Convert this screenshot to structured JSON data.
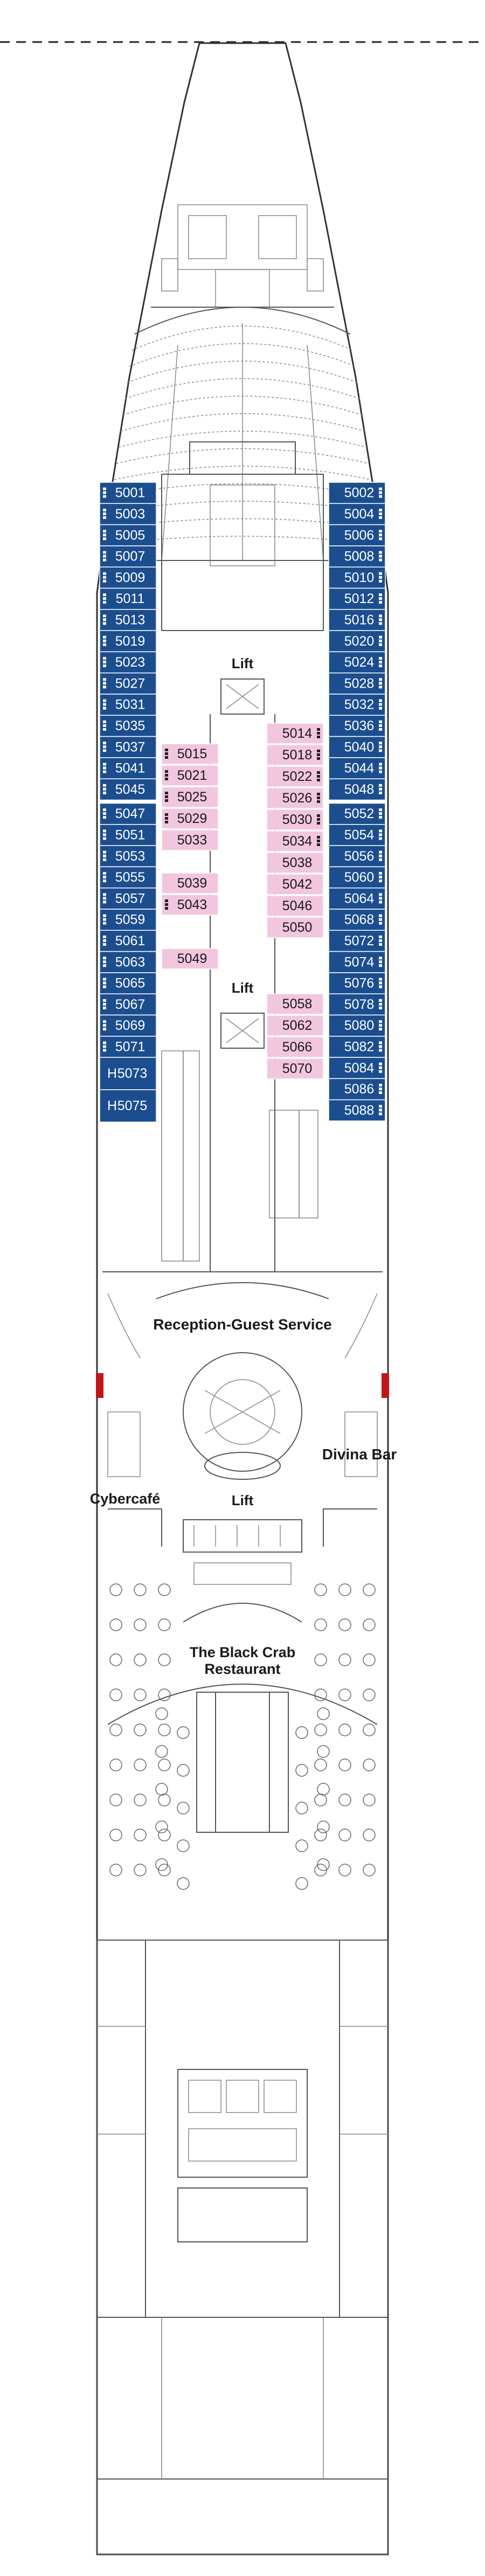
{
  "colors": {
    "cabin_blue": "#1c4e8f",
    "cabin_pink": "#f2c6de",
    "marker_red": "#c4141b",
    "outline": "#333333"
  },
  "labels": {
    "lift_upper": "Lift",
    "lift_lower": "Lift",
    "reception": "Reception-Guest Service",
    "divina_bar": "Divina Bar",
    "cybercafe": "Cybercafé",
    "lift_lobby": "Lift",
    "restaurant_line1": "The Black Crab",
    "restaurant_line2": "Restaurant"
  },
  "cabins": {
    "left_outer": [
      "5001",
      "5003",
      "5005",
      "5007",
      "5009",
      "5011",
      "5013",
      "5019",
      "5023",
      "5027",
      "5031",
      "5035",
      "5037",
      "5041",
      "5045",
      "5047",
      "5051",
      "5053",
      "5055",
      "5057",
      "5059",
      "5061",
      "5063",
      "5065",
      "5067",
      "5069",
      "5071",
      "5073",
      "5075"
    ],
    "left_outer_marks": [
      "H",
      "H"
    ],
    "right_outer": [
      "5002",
      "5004",
      "5006",
      "5008",
      "5010",
      "5012",
      "5016",
      "5020",
      "5024",
      "5028",
      "5032",
      "5036",
      "5040",
      "5044",
      "5048",
      "5052",
      "5054",
      "5056",
      "5060",
      "5064",
      "5068",
      "5072",
      "5074",
      "5076",
      "5078",
      "5080",
      "5082",
      "5084",
      "5086",
      "5088"
    ],
    "inner_left": [
      "5015",
      "5021",
      "5025",
      "5029",
      "5033",
      "5039",
      "5043",
      "5049"
    ],
    "inner_right": [
      "5014",
      "5018",
      "5022",
      "5026",
      "5030",
      "5034",
      "5038",
      "5042",
      "5046",
      "5050",
      "5058",
      "5062",
      "5066",
      "5070"
    ]
  }
}
